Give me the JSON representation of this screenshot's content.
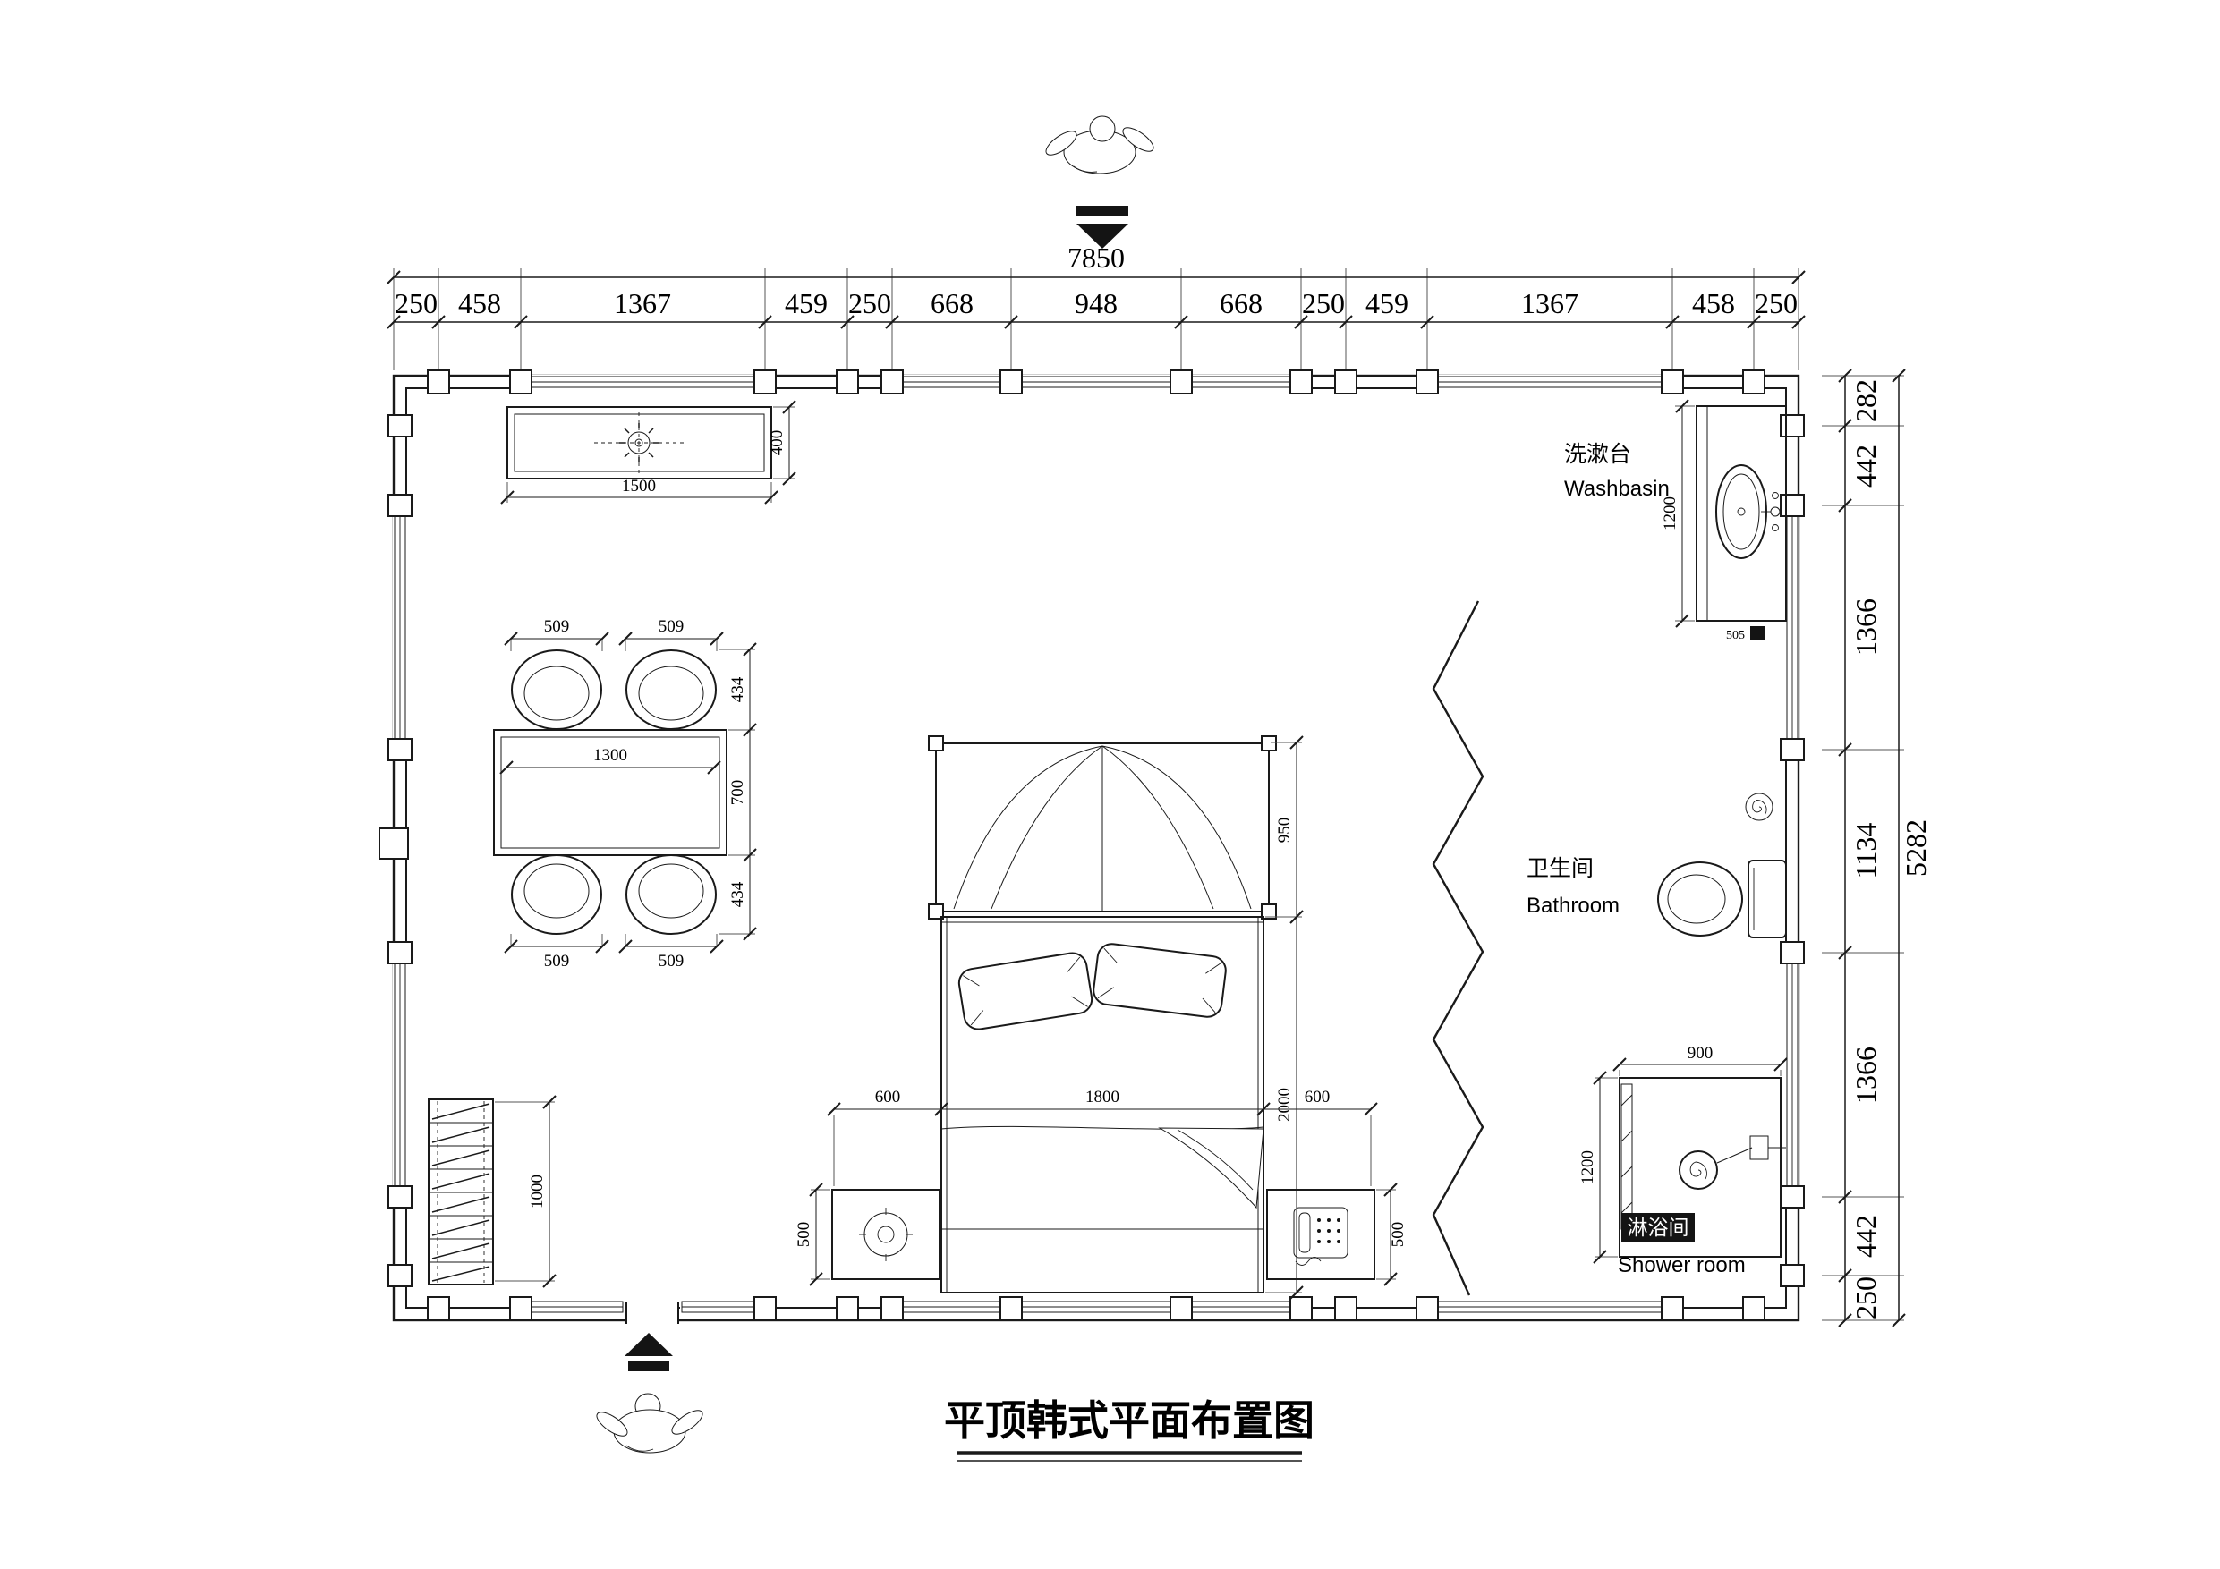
{
  "title": "平顶韩式平面布置图",
  "dimensions": {
    "top": {
      "total": "7850",
      "segments": [
        "250",
        "458",
        "1367",
        "459",
        "250",
        "668",
        "948",
        "668",
        "250",
        "459",
        "1367",
        "458",
        "250"
      ]
    },
    "right": {
      "total": "5282",
      "segments": [
        "282",
        "442",
        "1366",
        "1134",
        "1366",
        "442",
        "250"
      ]
    }
  },
  "furniture": {
    "ceiling_light": {
      "length": "1500",
      "width": "400"
    },
    "dining": {
      "table_width": "1300",
      "chair_widths": [
        "509",
        "509",
        "509",
        "509"
      ],
      "depth_top": "434",
      "table_depth": "700",
      "depth_bottom": "434"
    },
    "shoe_rack": {
      "length": "1000"
    },
    "bed": {
      "nightstand_left_width": "600",
      "bed_width": "1800",
      "nightstand_right_width": "600",
      "canopy_depth": "950",
      "bed_length": "2000",
      "nightstand_left_depth": "500",
      "nightstand_right_depth": "500"
    },
    "washbasin": {
      "counter_depth": "1200",
      "drain": "505"
    },
    "shower": {
      "width": "900",
      "depth": "1200"
    }
  },
  "rooms": {
    "washbasin": {
      "zh": "洗漱台",
      "en": "Washbasin"
    },
    "bathroom": {
      "zh": "卫生间",
      "en": "Bathroom"
    },
    "shower": {
      "zh": "淋浴间",
      "en": "Shower room"
    }
  }
}
